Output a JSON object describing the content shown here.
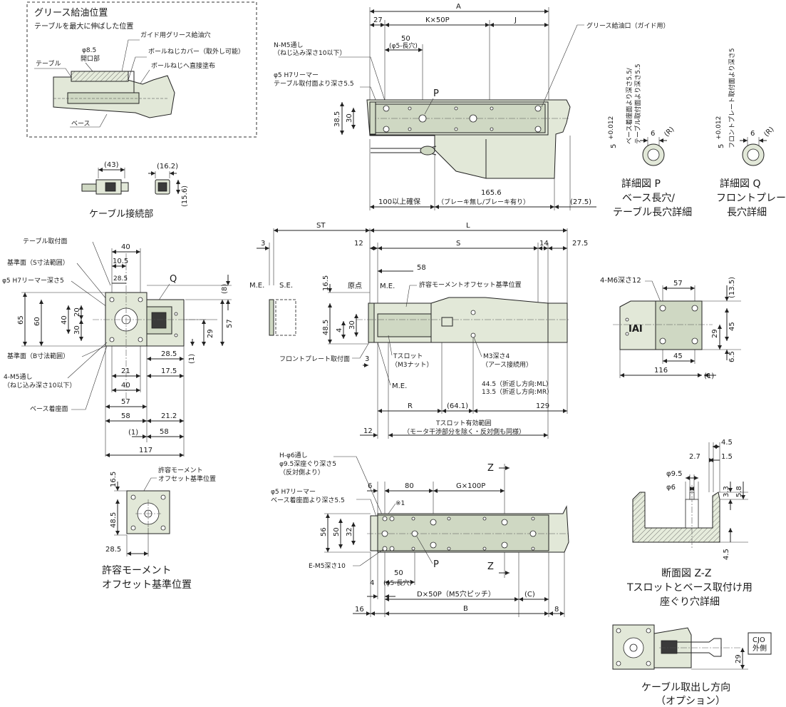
{
  "grease": {
    "title": "グリース給油位置",
    "sub": "テーブルを最大に伸ばした位置",
    "guide": "ガイド用グリース給油穴",
    "phi": "φ8.5",
    "opening": "開口部",
    "cover": "ボールねじカバー（取外し可能）",
    "direct": "ボールねじへ直接塗布",
    "table": "テーブル",
    "base": "ベース"
  },
  "cable_conn": {
    "title": "ケーブル接続部",
    "d43": "(43)",
    "d162": "(16.2)",
    "d156": "(15.6)"
  },
  "top": {
    "A": "A",
    "d27": "27",
    "K": "K×50P",
    "J": "J",
    "d50": "50",
    "slot": "(φ5-長穴)",
    "nm5": "N-M5通し",
    "nm5b": "（ねじ込み深さ10以下）",
    "phi5": "φ5 H7リーマー",
    "phi5b": "テーブル取付面より深さ5.5",
    "P": "P",
    "d385": "38.5",
    "d30": "30",
    "grease_port": "グリース給油口（ガイド用）",
    "d100": "100以上確保",
    "d1656": "165.6",
    "brake": "（ブレーキ無し/ブレーキ有り）",
    "d275": "(27.5)"
  },
  "detailP": {
    "tol": "5",
    "tolv": "+0.012",
    "tol0": "0",
    "v1": "ベース着座面より深さ5.5/",
    "v2": "テーブル取付面より深さ5.5",
    "d6": "6",
    "R": "(R)",
    "c1": "詳細図 P",
    "c2": "ベース長穴/",
    "c3": "テーブル長穴詳細"
  },
  "detailQ": {
    "tol": "5",
    "tolv": "+0.012",
    "tol0": "0",
    "v1": "フロントプレート取付面より深さ5",
    "d6": "6",
    "R": "(R)",
    "c1": "詳細図 Q",
    "c2": "フロントプレート",
    "c3": "長穴詳細"
  },
  "front": {
    "l_table": "テーブル取付面",
    "l_ref": "基準面（S寸法範囲）",
    "l_phi5": "φ5 H7リーマー深さ5",
    "Q": "Q",
    "d40": "40",
    "d105": "10.5",
    "d285": "28.5",
    "d8": "(8)",
    "d65": "65",
    "d60": "60",
    "d40b": "40",
    "d20": "20",
    "d30": "30",
    "d57": "57",
    "d29": "29",
    "l_refB": "基準面（B寸法範囲）",
    "d285b": "28.5",
    "d1": "(1)",
    "d21": "21",
    "d175": "17.5",
    "d40c": "40",
    "l_m5": "4-M5通し",
    "l_m5b": "（ねじ込み深さ10以下）",
    "l_base": "ベース着座面",
    "d57b": "57",
    "d58": "58",
    "d212": "21.2",
    "d1b": "(1)",
    "d58b": "58",
    "d117": "117"
  },
  "offset": {
    "l1": "許容モーメント",
    "l2": "オフセット基準位置",
    "d165": "16.5",
    "d485": "48.5",
    "d285": "28.5",
    "c1": "許容モーメント",
    "c2": "オフセット基準位置"
  },
  "side": {
    "ST": "ST",
    "L": "L",
    "d3": "3",
    "d12": "12",
    "S": "S",
    "d14": "14",
    "d275": "27.5",
    "ME": "M.E.",
    "SE": "S.E.",
    "d165": "16.5",
    "origin": "原点",
    "ME2": "M.E.",
    "d58": "58",
    "moment": "許容モーメントオフセット基準位置",
    "d485": "48.5",
    "d4": "4",
    "d30": "30",
    "front": "フロントプレート取付面",
    "d3b": "3",
    "tslot": "Tスロット",
    "tslotb": "（M3ナット）",
    "m3": "M3深さ4",
    "m3b": "（アース接続用）",
    "n445": "44.5（折返し方向:ML）",
    "n135": "13.5（折返し方向:MR）",
    "ME3": "M.E.",
    "R": "R",
    "d641": "(64.1)",
    "d129": "129",
    "d12b": "12",
    "eff": "Tスロット有効範囲",
    "effb": "（モータ干渉部分を除く・反対側も同様）"
  },
  "back": {
    "m6": "4-M6深さ12",
    "d57": "57",
    "d135": "(13.5)",
    "d29": "29",
    "d45": "45",
    "d45b": "45",
    "d65": "6.5",
    "d116": "116",
    "d1": "(1)",
    "logo": "IAI"
  },
  "bottom": {
    "h1": "H-φ6通し",
    "h2": "φ9.5深座ぐり深さ5",
    "h3": "（反対側より）",
    "r1": "φ5 H7リーマー",
    "r2": "ベース着座面より深さ5.5",
    "d6": "6",
    "d80": "80",
    "G": "G×100P",
    "Z": "Z",
    "note": "※1",
    "d56": "56",
    "d50": "50",
    "d32": "32",
    "em5": "E-M5深さ10",
    "P": "P",
    "Z2": "Z",
    "d50b": "50",
    "slot": "(φ5-長穴)",
    "d4": "4",
    "D": "D×50P（M5穴ピッチ）",
    "C": "(C)",
    "d16": "16",
    "B": "B",
    "d8": "8"
  },
  "section": {
    "d45": "4.5",
    "d27": "2.7",
    "d15": "1.5",
    "d95": "φ9.5",
    "d6": "φ6",
    "d33": "3.3",
    "d58": "5.8",
    "d45b": "4.5",
    "c1": "断面図 Z-Z",
    "c2": "Tスロットとベース取付け用",
    "c3": "座ぐり穴詳細"
  },
  "option": {
    "cjo1": "CJO",
    "cjo2": "外側",
    "d29": "29",
    "c1": "ケーブル取出し方向",
    "c2": "（オプション）"
  }
}
